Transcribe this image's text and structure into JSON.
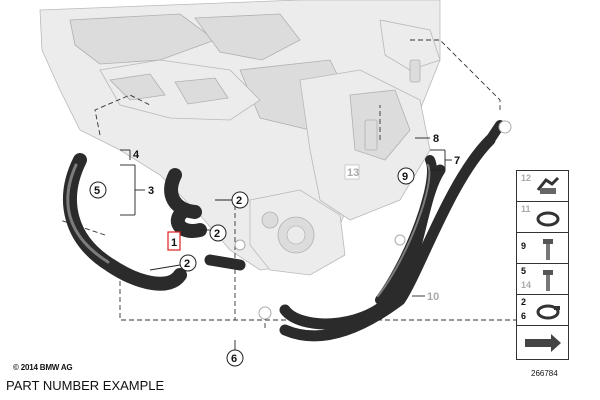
{
  "diagram": {
    "callouts": {
      "c1": "1",
      "c2a": "2",
      "c2b": "2",
      "c2c": "2",
      "c3": "3",
      "c4": "4",
      "c5": "5",
      "c6": "6",
      "c7": "7",
      "c8": "8",
      "c9": "9",
      "c10": "10",
      "c13": "13"
    },
    "legend": {
      "rows": [
        {
          "top": "12",
          "bottom": ""
        },
        {
          "top": "11",
          "bottom": ""
        },
        {
          "top": "9",
          "bottom": ""
        },
        {
          "top": "5",
          "bottom": "14"
        },
        {
          "top": "2",
          "bottom": "6"
        },
        {
          "top": "",
          "bottom": ""
        }
      ]
    },
    "copyright": "© 2014 BMW AG",
    "image_id": "266784"
  },
  "footer": {
    "text": "PART NUMBER EXAMPLE"
  }
}
